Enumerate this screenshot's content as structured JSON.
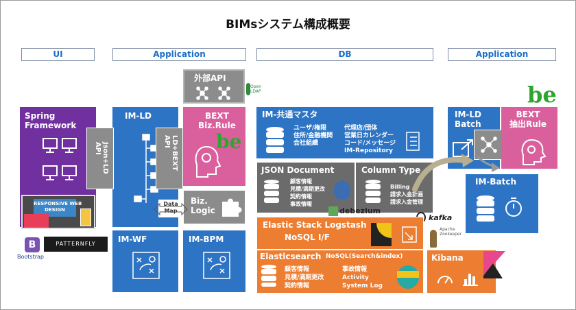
{
  "title": "BIMsシステム構成概要",
  "headers": {
    "ui": "UI",
    "app1": "Application",
    "db": "DB",
    "app2": "Application"
  },
  "ui": {
    "spring": "Spring\nFramework",
    "rwd": "RESPONSIVE WEB\nDESIGN",
    "bootstrap": "Bootstrap",
    "patternfly": "PATTERNFLY"
  },
  "app": {
    "external_api": "外部API",
    "openldap": "Open\nLDAP",
    "im_ld": "IM-LD",
    "json_ld_api": "Json+LD\nAPI",
    "ld_bext_api": "LD+BEXT\nAPI",
    "bext_biz_rule": "BEXT\nBiz.Rule",
    "biz_logic": "Biz.\nLogic",
    "data_map": "Data\nMap",
    "im_wf": "IM-WF",
    "im_bpm": "IM-BPM"
  },
  "db": {
    "im_master": "IM-共通マスタ",
    "master_col1": "ユーザ/権限\n住所/金融機関\n会社組織",
    "master_col2": "代理店/団体\n営業日カレンダー\nコード/メッセージ\nIM-Repository",
    "json_doc": "JSON Document",
    "json_items": "顧客情報\n見積/満期更改\n契約情報\n事故情報",
    "column_type": "Column Type",
    "column_items": "Billing\n請求入金計画\n請求入金管理",
    "debezium": "debezium",
    "kafka": "kafka",
    "zookeeper": "Apache\nZookeeper",
    "logstash": "Elastic Stack Logstash",
    "nosql_if": "NoSQL I/F",
    "elasticsearch": "Elasticsearch",
    "es_sub": "NoSQL(Search&index)",
    "es_col1": "顧客情報\n見積/満期更改\n契約情報",
    "es_col2": "事故情報\nActivity\nSystem Log",
    "kibana": "Kibana"
  },
  "batch": {
    "im_ld_batch": "IM-LD\nBatch",
    "bext_extract": "BEXT\n抽出Rule",
    "im_batch": "IM-Batch",
    "be": "be"
  },
  "colors": {
    "purple": "#7030a0",
    "blue": "#2e74c4",
    "pink": "#d9609c",
    "gray": "#6b6b6b",
    "orange": "#ed7d31",
    "header_text": "#1a6fc9"
  }
}
